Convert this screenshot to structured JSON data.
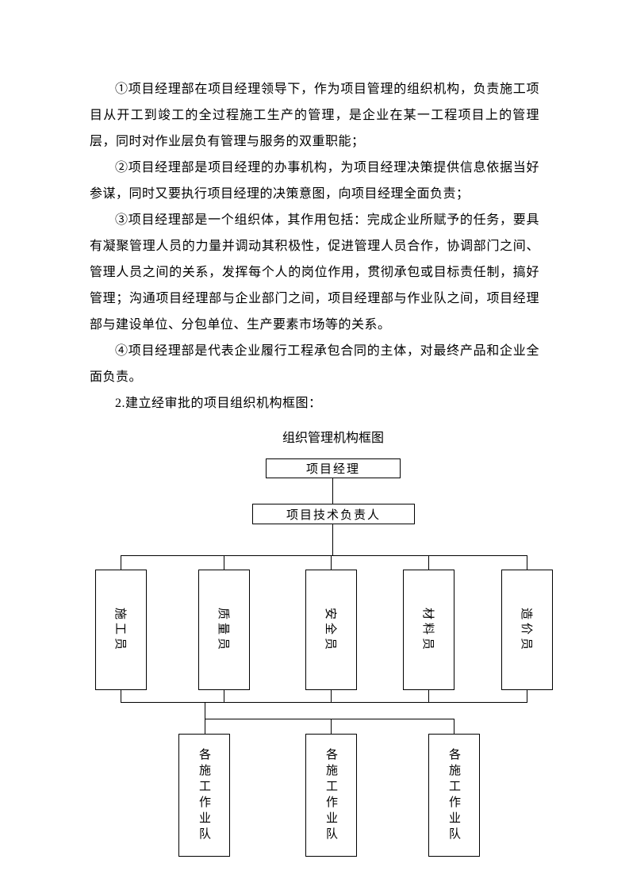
{
  "page": {
    "paragraphs": [
      "①项目经理部在项目经理领导下，作为项目管理的组织机构，负责施工项目从开工到竣工的全过程施工生产的管理，是企业在某一工程项目上的管理层，同时对作业层负有管理与服务的双重职能；",
      "②项目经理部是项目经理的办事机构，为项目经理决策提供信息依据当好参谋，同时又要执行项目经理的决策意图，向项目经理全面负责；",
      "③项目经理部是一个组织体，其作用包括：完成企业所赋予的任务，要具有凝聚管理人员的力量并调动其积极性，促进管理人员合作，协调部门之间、管理人员之间的关系，发挥每个人的岗位作用，贯彻承包或目标责任制，搞好管理；沟通项目经理部与企业部门之间，项目经理部与作业队之间，项目经理部与建设单位、分包单位、生产要素市场等的关系。",
      "④项目经理部是代表企业履行工程承包合同的主体，对最终产品和企业全面负责。",
      "2.建立经审批的项目组织机构框图："
    ],
    "chart": {
      "title": "组织管理机构框图",
      "level1": "项目经理",
      "level2": "项目技术负责人",
      "level3": [
        "施工员",
        "质量员",
        "安全员",
        "材料员",
        "造价员"
      ],
      "level4": [
        "各施工作业队",
        "各施工作业队",
        "各施工作业队"
      ],
      "line_color": "#000000"
    }
  }
}
